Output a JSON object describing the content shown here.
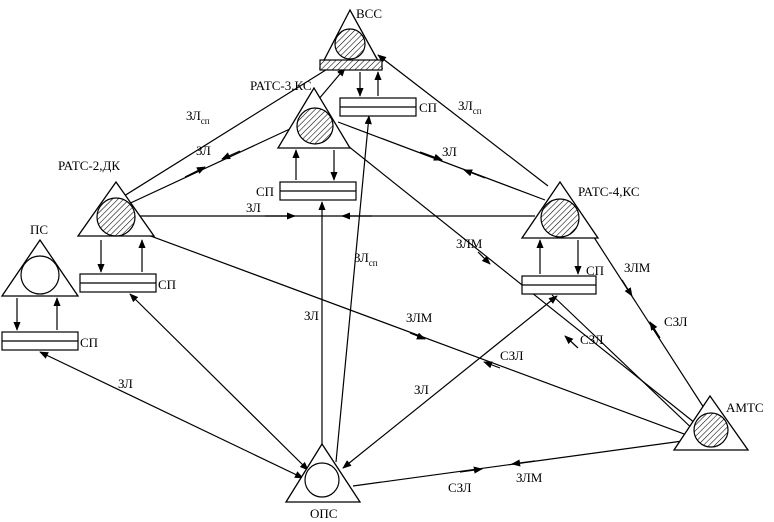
{
  "nodes": {
    "vss": "ВСС",
    "rats2": "РАТС-2,ДК",
    "rats3": "РАТС-3,КС",
    "rats4": "РАТС-4,КС",
    "ps": "ПС",
    "ops": "ОПС",
    "amts": "АМТС"
  },
  "sp_label": "СП",
  "link_labels": {
    "zl": "ЗЛ",
    "zl_sp_main": "ЗЛ",
    "zl_sp_sub": "сп",
    "zlm": "ЗЛМ",
    "szl": "СЗЛ"
  },
  "colors": {
    "stroke": "#000000",
    "background": "#ffffff"
  }
}
